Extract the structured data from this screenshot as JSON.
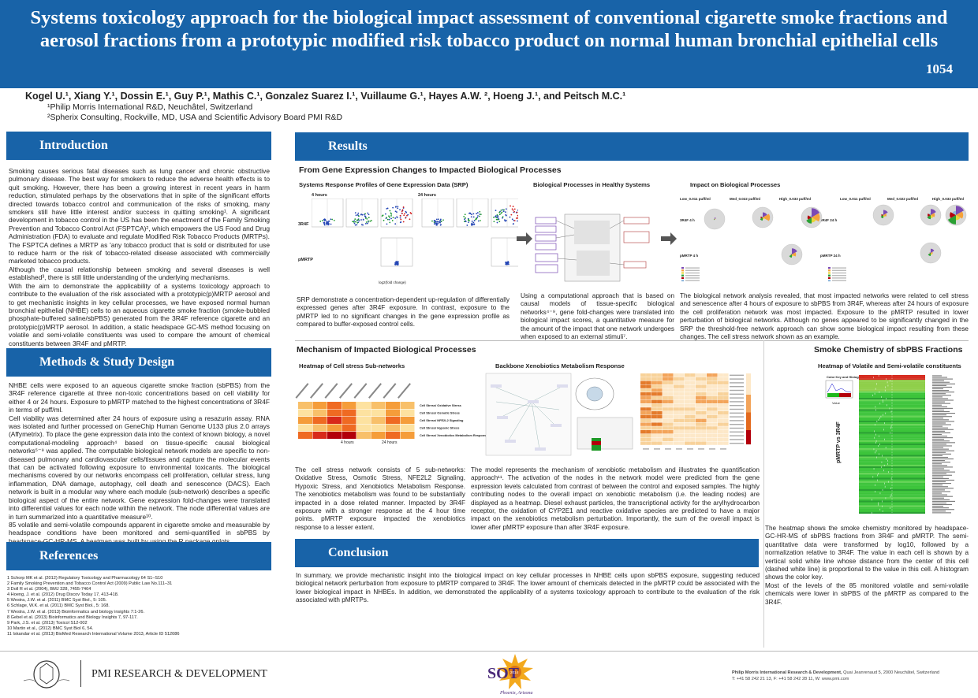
{
  "title": "Systems toxicology approach for the biological impact assessment of conventional cigarette smoke fractions and aerosol fractions from a prototypic modified risk tobacco product on normal human bronchial epithelial cells",
  "poster_number": "1054",
  "authors": "Kogel U.¹, Xiang Y.¹, Dossin E.¹, Guy P.¹, Mathis C.¹, Gonzalez Suarez I.¹, Vuillaume G.¹, Hayes A.W. ², Hoeng J.¹, and Peitsch M.C.¹",
  "affiliations": [
    "¹Philip Morris International R&D, Neuchâtel, Switzerland",
    "²Spherix Consulting, Rockville, MD, USA and Scientific Advisory Board PMI R&D"
  ],
  "sections": {
    "introduction": "Introduction",
    "methods": "Methods & Study Design",
    "references": "References",
    "results": "Results",
    "conclusion": "Conclusion"
  },
  "introduction": {
    "p1": "Smoking causes serious fatal diseases such as lung cancer and chronic obstructive pulmonary disease. The best way for smokers to reduce the adverse health effects is to quit smoking. However, there has been a growing interest in recent years in harm reduction, stimulated perhaps by the observations that in spite of the significant efforts directed towards tobacco control and communication of the risks of smoking, many smokers still have little interest and/or success in quitting smoking¹. A significant development in tobacco control in the US has been the enactment of the Family Smoking Prevention and Tobacco Control Act (FSPTCA)², which empowers the US Food and Drug Administration (FDA) to evaluate and regulate Modified Risk Tobacco Products (MRTPs). The FSPTCA defines a MRTP as 'any tobacco product that is sold or distributed for use to reduce harm or the risk of tobacco-related disease associated with commercially marketed tobacco products.",
    "p2": "Although the causal relationship between smoking and several diseases is well established³, there is still little understanding of the underlying mechanisms.",
    "p3": "With the aim to demonstrate the applicability of a systems toxicology approach to contribute to the evaluation of the risk associated with a prototypic(p)MRTP aerosol and to get mechanistic insights in key cellular processes, we have exposed normal human bronchial epithelial (NHBE) cells to an aqueous cigarette smoke fraction (smoke-bubbled phosphate-buffered saline/sbPBS) generated from the 3R4F reference cigarette and an prototypic(p)MRTP aerosol. In addition, a static headspace GC-MS method focusing on volatile and semi-volatile constituents was used to compare the amount of chemical constituents between 3R4F and pMRTP."
  },
  "methods": {
    "p1": "NHBE cells were exposed to an aqueous cigarette smoke fraction (sbPBS) from the 3R4F reference cigarette at three non-toxic concentrations based on cell viability for either 4 or 24 hours. Exposure to pMRTP matched to the highest concentrations of 3R4F in terms of puff/ml.",
    "p2": "Cell viability was determined after 24 hours of exposure using a resazurin assay. RNA was isolated and further processed on GeneChip Human Genome U133 plus 2.0 arrays (Affymetrix). To place the gene expression data into the context of known biology, a novel computational-modeling approach⁴ based on tissue-specific causal biological networks⁵⁻⁹ was applied. The computable biological network models are specific to non-diseased pulmonary and cardiovascular cells/tissues and capture the molecular events that can be activated following exposure to environmental toxicants. The biological mechanisms covered by our networks encompass cell proliferation, cellular stress, lung inflammation, DNA damage, autophagy, cell death and senescence (DACS). Each network is built in a modular way where each module (sub-network) describes a specific biological aspect of the entire network. Gene expression fold-changes were translated into differential values for each node within the network. The node differential values are in turn summarized into a quantitative measure¹⁰.",
    "p3": "85 volatile and semi-volatile compounds apparent in cigarette smoke and measurable by headspace conditions have been monitored and semi-quantified in sbPBS by headspace-GC-HR-MS. A heatmap was built by using the R package gplots."
  },
  "references": [
    "1 Schorp MK et al. (2012) Regulatory Toxicology and Pharmacology 64 S1–S10",
    "2 Family Smoking Prevention and Tobacco Control Act (2009) Public Law No.111–31",
    "3 Doll R et al. (2004), BMJ 328, 7455-7464",
    "4 Hoeng, J. et al. (2012) Drug Discov Today 17, 413-418.",
    "5 Westra, J.W. et al. (2011) BMC Syst Biol., 5: 105.",
    "6 Schlage, W.K. et al. (2011) BMC Syst Biol., 5: 168.",
    "7 Westra, J.W. et al. (2013) Bioinformatics and biology insights 7:1-26.",
    "8 Gebel et al. (2013) Bioinformatics and Biology Insights 7, 97-117.",
    "9 Park, J.S. et al. (2013) Toxicol S12-002",
    "10 Martin et al., (2012) BMC Syst Biol 6, 54.",
    "11 Iskandar et al. (2013) BioMed Research International Volume 2013, Article ID 512086"
  ],
  "results": {
    "subtitle1": "From Gene Expression Changes to Impacted Biological Processes",
    "srp": {
      "title": "Systems Response Profiles of Gene Expression Data (SRP)",
      "h4": "4 hours",
      "h24": "24 hours",
      "r1": "3R4F",
      "r2": "pMRTP",
      "xaxis": "log2(fold change)",
      "caption": "SRP demonstrate a concentration-dependent up-regulation of differentially expressed genes after 3R4F exposure. In contrast, exposure to the pMRTP led to no significant changes in the gene expression profile as compared to buffer-exposed control cells."
    },
    "bph": {
      "title": "Biological Processes in Healthy Systems",
      "caption": "Using a computational approach that is based on causal models of tissue-specific biological networks⁴⁻⁹, gene fold-changes were translated into biological impact scores, a quantitative measure for the amount of the impact that one network undergoes when exposed to an external stimuli⁷."
    },
    "ibp": {
      "title": "Impact on Biological Processes",
      "l1": "Low_0.011 puff/ml",
      "l2": "Med_0.022 puff/ml",
      "l3": "High_0.033 puff/ml",
      "r1": "3R4F 4 h",
      "r2": "3R4F 24 h",
      "r3": "pMRTP 4 h",
      "r4": "pMRTP 24 h",
      "caption": "The biological network analysis revealed, that most impacted networks were related to cell stress and senescence after 4 hours of exposure to sbPBS from 3R4F, whereas after 24 hours of exposure the cell proliferation network was most impacted. Exposure to the pMRTP resulted in lower perturbation of biological networks. Although no genes appeared to be significantly changed in the SRP the threshold-free network approach can show some biological impact resulting from these changes. The cell stress network shown as an example."
    },
    "subtitle2": "Mechanism of Impacted Biological Processes",
    "hm": {
      "title": "Heatmap of  Cell stress Sub-networks",
      "rows": [
        "Cell Stress/ Oxidative Stress",
        "Cell Stress/ Osmotic Stress",
        "Cell Stress/ NFE2L2 Signaling",
        "Cell Stress/ Hypoxic Stress",
        "Cell Stress/ Xenobiotics Metabolism Response"
      ],
      "x4": "4 hours",
      "x24": "24 hours",
      "caption": "The cell stress network consists of 5 sub-networks: Oxidative Stress, Osmotic Stress, NFE2L2 Signaling, Hypoxic Stress, and Xenobiotics Metabolism Response. The xenobiotics metabolism was found to be substantially impacted in a dose related manner. Impacted by 3R4F exposure with a stronger response at the 4 hour time points. pMRTP exposure impacted the xenobiotics response to a lesser extent."
    },
    "xeno": {
      "title": "Backbone Xenobiotics Metabolism Response",
      "caption": "The model represents the mechanism of xenobiotic metabolism and illustrates the quantification approach¹¹. The activation of the nodes in the network model were predicted from the gene expression levels calculated from contrast of between the control and exposed samples. The highly contributing nodes to the overall impact on xenobiotic metabolism (i.e. the leading nodes) are displayed as a heatmap. Diesel exhaust particles, the transcriptional activity for the arylhydrocarbon receptor, the oxidation of CYP2E1 and reactive oxidative species are predicted to have a major impact on the xenobiotics metabolism perturbation. Importantly, the sum of the overall impact is lower after pMRTP exposure than after 3R4F exposure."
    },
    "chem": {
      "subtitle": "Smoke Chemistry of sbPBS Fractions",
      "title": "Heatmap of Volatile and Semi-volatile constituents",
      "colorkey": "Color Key and Histogram",
      "value": "Value",
      "ylab": "pMRTP vs 3R4F",
      "caption1": "The heatmap shows the smoke chemistry monitored by headspace-GC-HR-MS of sbPBS fractions from 3R4F and pMRTP. The semi-quantitative data were transformed by log10, followed by a normalization relative to 3R4F. The value in each cell is shown by a vertical solid white line whose distance from the center of this cell (dashed white line) is proportional to the value in this cell. A histogram shows the color key.",
      "caption2": "Most of the levels of the 85 monitored volatile and semi-volatile chemicals were lower in sbPBS of the pMRTP as compared to the 3R4F."
    }
  },
  "conclusion": "In summary, we provide mechanistic insight into the biological impact on key cellular processes in NHBE cells upon sbPBS exposure, suggesting reduced biological network perturbation from exposure to pMRTP compared to 3R4F. The lower amount of chemicals detected in the pMRTP could be associated with the lower biological impact in NHBEs. In addition, we demonstrated the applicability of a systems toxicology approach to contribute to the evaluation of the risk associated with pMRTPs.",
  "footer": {
    "brand": "PMI RESEARCH & DEVELOPMENT",
    "address_bold": "Philip Morris International Research & Development,",
    "address": " Quai Jeanrenaud 5, 2000 Neuchâtel, Switzerland",
    "contact": "T: +41 58 242 21 13, F: +41 58 242 28 11, W: www.pmi.com",
    "logo_sot": "SOT",
    "logo_year": "2014",
    "logo_city": "Phoenix, Arizona"
  },
  "colors": {
    "header": "#1863a8",
    "heat_high": "#b3000b",
    "heat_mid": "#f5a23a",
    "heat_low": "#fde6a8",
    "green": "#1db81b"
  }
}
